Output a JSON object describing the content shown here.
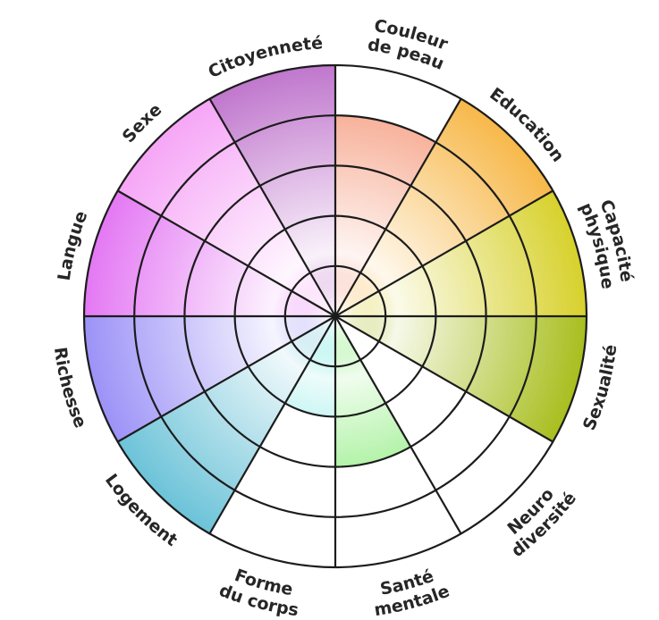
{
  "wheel": {
    "rings": 5,
    "segments": [
      {
        "lines": [
          "Couleur",
          "de peau"
        ],
        "color": "#F59A7C",
        "fill_level": 0.8
      },
      {
        "lines": [
          "Education"
        ],
        "color": "#F7B84A",
        "fill_level": 1.0
      },
      {
        "lines": [
          "Capacité",
          "physique"
        ],
        "color": "#D7D12C",
        "fill_level": 1.0
      },
      {
        "lines": [
          "Sexualité"
        ],
        "color": "#A8BE1E",
        "fill_level": 1.0
      },
      {
        "lines": [
          "Neuro",
          "diversité"
        ],
        "color": "#FFFFFF",
        "fill_level": 0.0
      },
      {
        "lines": [
          "Santé",
          "mentale"
        ],
        "color": "#6EE85A",
        "fill_level": 0.6
      },
      {
        "lines": [
          "Forme",
          "du corps"
        ],
        "color": "#4CE2D8",
        "fill_level": 0.4
      },
      {
        "lines": [
          "Logement"
        ],
        "color": "#6CC3D8",
        "fill_level": 1.0
      },
      {
        "lines": [
          "Richesse"
        ],
        "color": "#9C92F7",
        "fill_level": 1.0
      },
      {
        "lines": [
          "Langue"
        ],
        "color": "#E478F4",
        "fill_level": 1.0
      },
      {
        "lines": [
          "Sexe"
        ],
        "color": "#F6A6F6",
        "fill_level": 1.0
      },
      {
        "lines": [
          "Citoyenneté"
        ],
        "color": "#C077CD",
        "fill_level": 1.0
      }
    ]
  }
}
